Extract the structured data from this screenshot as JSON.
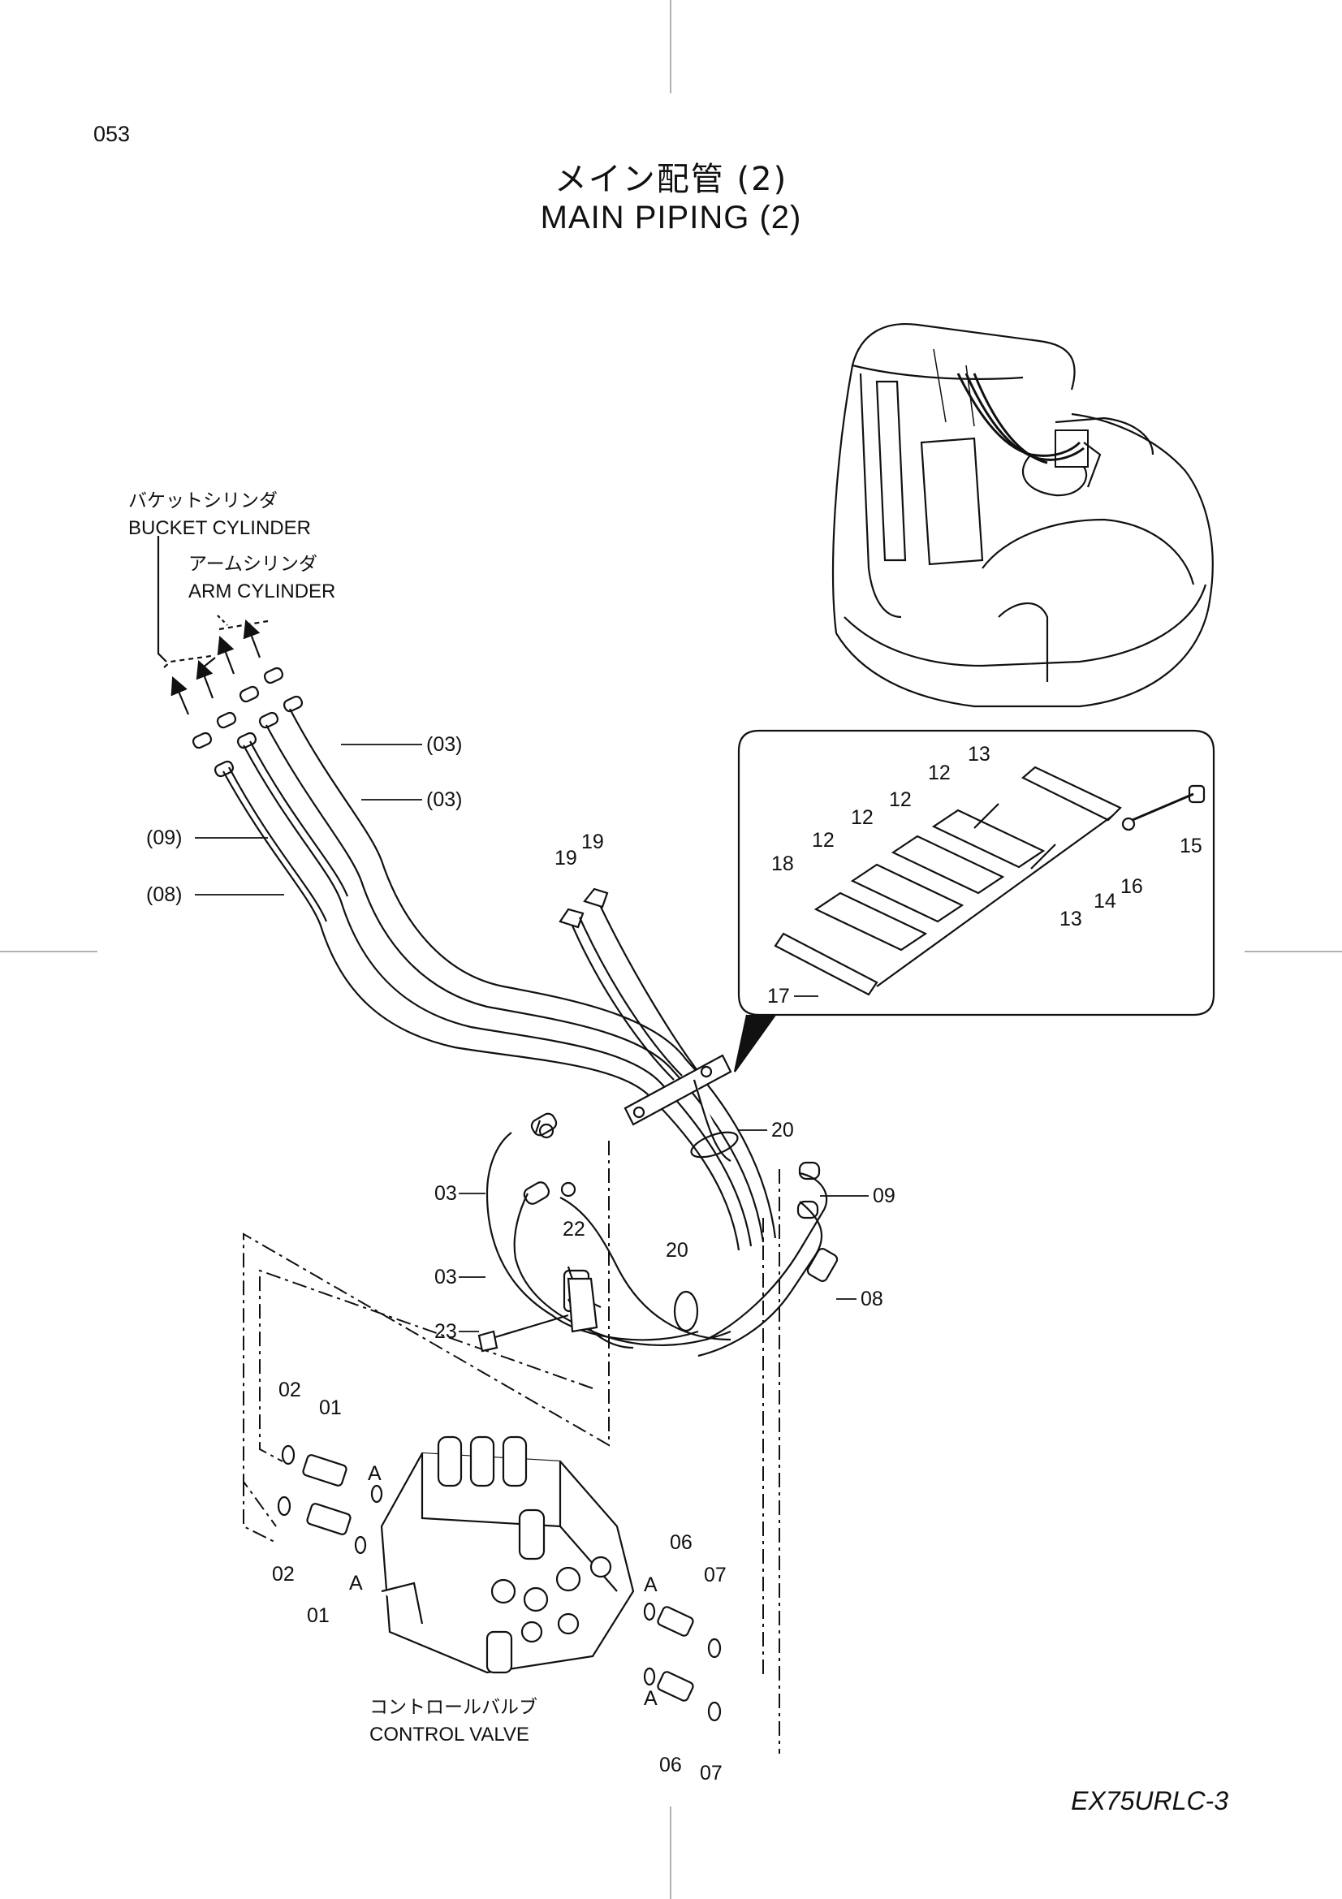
{
  "page_number": "053",
  "title_jp": "メイン配管 (2)",
  "title_en": "MAIN PIPING (2)",
  "model": "EX75URLC-3",
  "destinations": {
    "bucket_jp": "バケットシリンダ",
    "bucket_en": "BUCKET CYLINDER",
    "arm_jp": "アームシリンダ",
    "arm_en": "ARM CYLINDER"
  },
  "control_valve": {
    "jp": "コントロールバルブ",
    "en": "CONTROL VALVE"
  },
  "part_numbers": {
    "p01": "01",
    "p02": "02",
    "p03": "03",
    "p06": "06",
    "p07": "07",
    "p08": "08",
    "p09": "09",
    "p12": "12",
    "p13": "13",
    "p14": "14",
    "p15": "15",
    "p16": "16",
    "p17": "17",
    "p18": "18",
    "p19": "19",
    "p20": "20",
    "p22": "22",
    "p23": "23",
    "p03_paren": "(03)",
    "p08_paren": "(08)",
    "p09_paren": "(09)",
    "port_a": "A"
  }
}
